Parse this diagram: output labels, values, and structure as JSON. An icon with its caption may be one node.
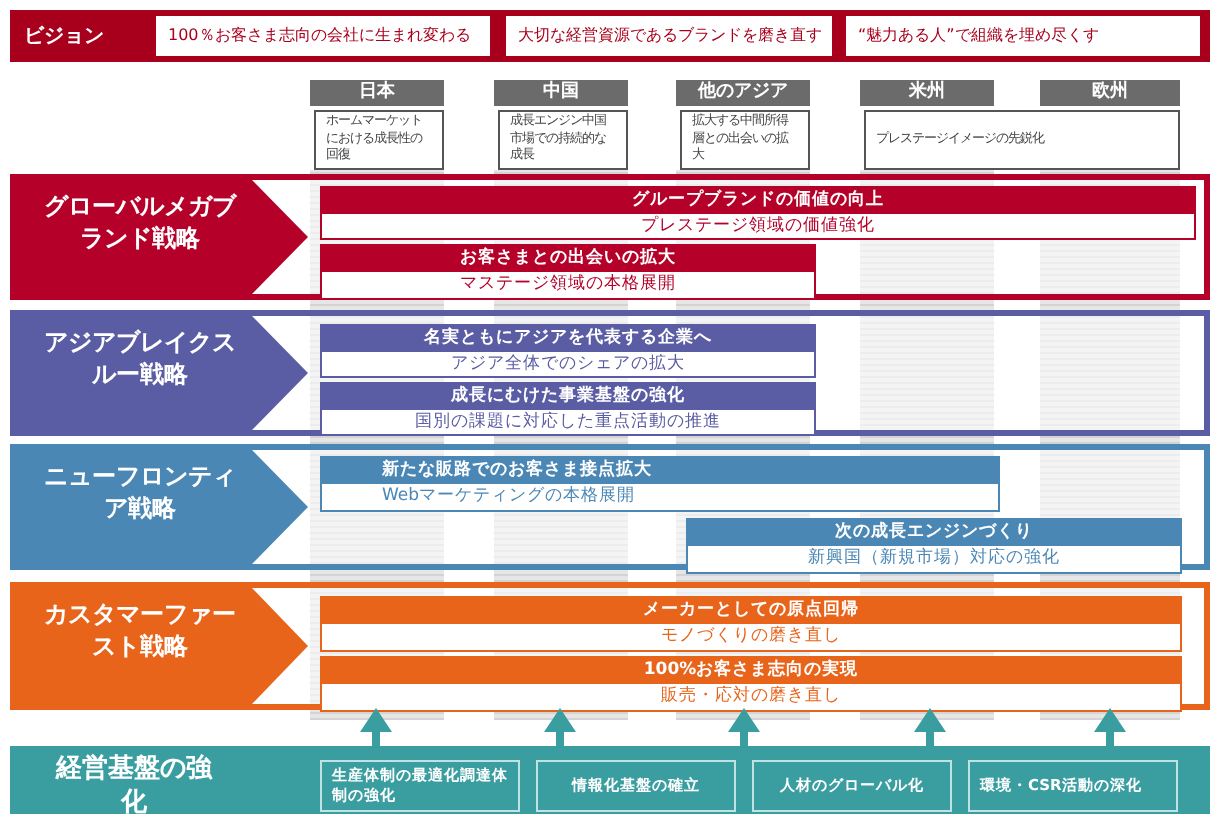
{
  "diagram": {
    "nodes": [
      {
        "text": [
          "ビジョン"
        ]
      },
      {
        "text": [
          "100％お客さま志向の会社に生まれ変わる"
        ],
        "in": 0
      },
      {
        "text": [
          "大切な経営資源であるブランドを磨き直す"
        ],
        "in": 0
      },
      {
        "text": [
          "“魅力ある人”で組織を埋め尽くす"
        ],
        "in": 0
      },
      {
        "text": [
          "日本"
        ]
      },
      {
        "text": [
          "中国"
        ]
      },
      {
        "text": [
          "他のアジア"
        ]
      },
      {
        "text": [
          "米州"
        ]
      },
      {
        "text": [
          "欧州"
        ]
      },
      {
        "text": [
          "ホームマーケットにおける成長性の回復"
        ]
      },
      {
        "text": [
          "成長エンジン中国市場での持続的な成長"
        ]
      },
      {
        "text": [
          "拡大する中間所得層との出会いの拡大"
        ]
      },
      {
        "text": [
          "プレステージイメージの先鋭化"
        ]
      },
      {
        "text": [
          "グローバルメガブランド戦略"
        ]
      },
      {
        "text": [
          "グループブランドの価値の向上",
          "プレステージ領域の価値強化"
        ],
        "in": 13
      },
      {
        "text": [
          "お客さまとの出会いの拡大",
          "マステージ領域の本格展開"
        ],
        "in": 13
      },
      {
        "text": [
          "アジアブレイクスルー戦略"
        ]
      },
      {
        "text": [
          "名実ともにアジアを代表する企業へ",
          "アジア全体でのシェアの拡大"
        ],
        "in": 16
      },
      {
        "text": [
          "成長にむけた事業基盤の強化",
          "国別の課題に対応した重点活動の推進"
        ],
        "in": 16
      },
      {
        "text": [
          "ニューフロンティア戦略"
        ]
      },
      {
        "text": [
          "新たな販路でのお客さま接点拡大",
          "Webマーケティングの本格展開"
        ],
        "in": 19
      },
      {
        "text": [
          "次の成長エンジンづくり",
          "新興国（新規市場）対応の強化"
        ],
        "in": 19
      },
      {
        "text": [
          "カスタマーファースト戦略"
        ]
      },
      {
        "text": [
          "メーカーとしての原点回帰",
          "モノづくりの磨き直し"
        ],
        "in": 22
      },
      {
        "text": [
          "100%お客さま志向の実現",
          "販売・応対の磨き直し"
        ],
        "in": 22
      },
      {
        "text": [
          "経営基盤の強化"
        ]
      },
      {
        "text": [
          "生産体制の最適化調達体制の強化"
        ],
        "in": 25
      },
      {
        "text": [
          "情報化基盤の確立"
        ],
        "in": 25
      },
      {
        "text": [
          "人材のグローバル化"
        ],
        "in": 25
      },
      {
        "text": [
          "環境・CSR活動の深化"
        ],
        "in": 25
      }
    ],
    "edges": [
      {
        "from": 25,
        "to": 22,
        "arrow": "to"
      },
      {
        "from": 25,
        "to": 22,
        "arrow": "to"
      },
      {
        "from": 25,
        "to": 22,
        "arrow": "to"
      },
      {
        "from": 25,
        "to": 22,
        "arrow": "to"
      },
      {
        "from": 25,
        "to": 22,
        "arrow": "to"
      }
    ]
  }
}
